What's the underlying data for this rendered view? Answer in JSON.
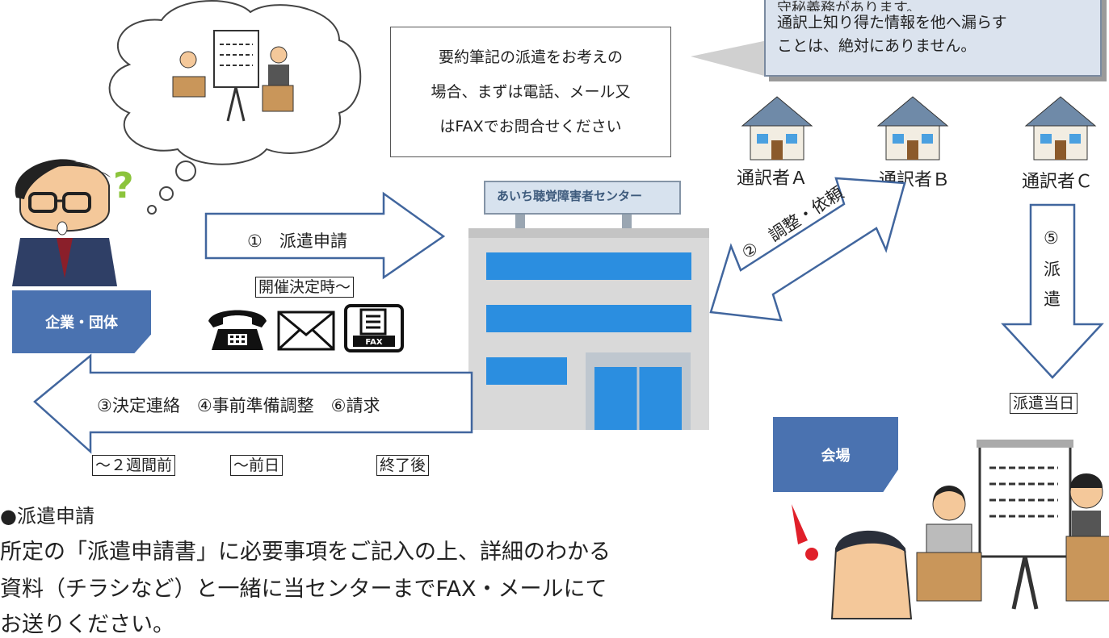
{
  "info_box": {
    "lines": [
      "要約筆記の派遣をお考えの",
      "場合、まずは電話、メール又",
      "はFAXでお問合せください"
    ]
  },
  "callout": {
    "top_line": "守秘義務があります。",
    "lines": [
      "通訳上知り得た情報を他へ漏らす",
      "ことは、絶対にありません。"
    ]
  },
  "interpreters": [
    "通訳者Ａ",
    "通訳者Ｂ",
    "通訳者Ｃ"
  ],
  "center": {
    "sign": "あいち聴覚障害者センター"
  },
  "client": {
    "label": "企業・団体"
  },
  "venue": {
    "label": "会場"
  },
  "arrows": {
    "apply": "①　派遣申請",
    "apply_time": "開催決定時～",
    "adjust": "②　調整・依頼",
    "dispatch": [
      "⑤",
      "派",
      "遣"
    ],
    "dispatch_time": "派遣当日",
    "back": "③決定連絡　④事前準備調整　⑥請求",
    "back_times": [
      "～２週間前",
      "～前日",
      "終了後"
    ]
  },
  "section": {
    "heading": "●派遣申請",
    "body_lines": [
      "所定の「派遣申請書」に必要事項をご記入の上、詳細のわかる",
      "資料（チラシなど）と一緒に当センターまでFAX・メールにて",
      "お送りください。"
    ]
  },
  "icons": [
    "phone-icon",
    "mail-icon",
    "fax-icon"
  ],
  "colors": {
    "arrow_fill": "#ffffff",
    "arrow_stroke": "#41669e",
    "label_blue": "#4a72b0",
    "building": "#d9d9d9",
    "window": "#2b8ee0"
  }
}
